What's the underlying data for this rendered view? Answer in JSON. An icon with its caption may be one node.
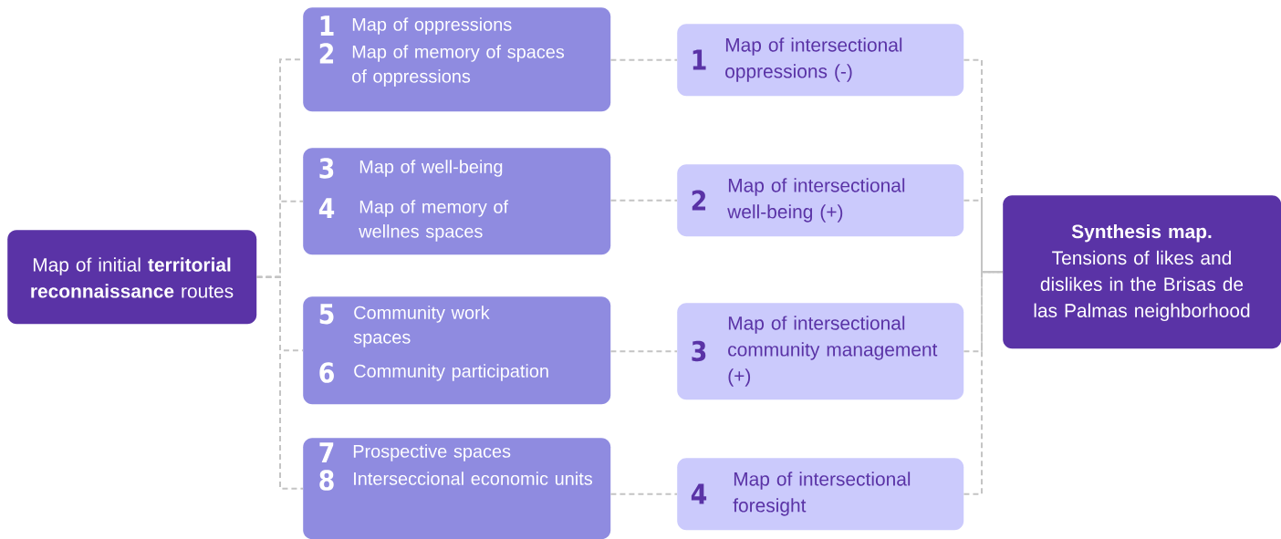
{
  "diagram": {
    "nodes": [
      {
        "text": [
          "Map of initial **territorial reconnaissance** routes"
        ]
      },
      {
        "text": [
          "1",
          "Map of oppressions",
          "2",
          "Map of memory of spaces of oppressions"
        ]
      },
      {
        "text": [
          "3",
          "Map of well-being",
          "4",
          "Map of memory of wellnes spaces"
        ]
      },
      {
        "text": [
          "5",
          "Community work spaces",
          "6",
          "Community participation"
        ]
      },
      {
        "text": [
          "7",
          "Prospective spaces",
          "8",
          "Interseccional economic units"
        ]
      },
      {
        "text": [
          "1",
          "Map of intersectional oppressions (-)"
        ]
      },
      {
        "text": [
          "2",
          "Map of intersectional well-being (+)"
        ]
      },
      {
        "text": [
          "3",
          "Map of intersectional community management (+)"
        ]
      },
      {
        "text": [
          "4",
          "Map of intersectional foresight"
        ]
      },
      {
        "text": [
          "Synthesis map.",
          "Tensions of likes and dislikes in the Brisas de las Palmas neighborhood"
        ]
      }
    ],
    "edges": [
      {
        "from": 0,
        "to": 1,
        "arrow": "none",
        "style": "dashed"
      },
      {
        "from": 0,
        "to": 2,
        "arrow": "none",
        "style": "dashed"
      },
      {
        "from": 0,
        "to": 3,
        "arrow": "none",
        "style": "dashed"
      },
      {
        "from": 0,
        "to": 4,
        "arrow": "none",
        "style": "dashed"
      },
      {
        "from": 1,
        "to": 5,
        "arrow": "none",
        "style": "dashed"
      },
      {
        "from": 2,
        "to": 6,
        "arrow": "none",
        "style": "dashed"
      },
      {
        "from": 3,
        "to": 7,
        "arrow": "none",
        "style": "dashed"
      },
      {
        "from": 4,
        "to": 8,
        "arrow": "none",
        "style": "dashed"
      },
      {
        "from": 5,
        "to": 9,
        "arrow": "none",
        "style": "dashed"
      },
      {
        "from": 6,
        "to": 9,
        "arrow": "none",
        "style": "dashed"
      },
      {
        "from": 7,
        "to": 9,
        "arrow": "none",
        "style": "dashed"
      },
      {
        "from": 8,
        "to": 9,
        "arrow": "none",
        "style": "dashed"
      }
    ]
  }
}
